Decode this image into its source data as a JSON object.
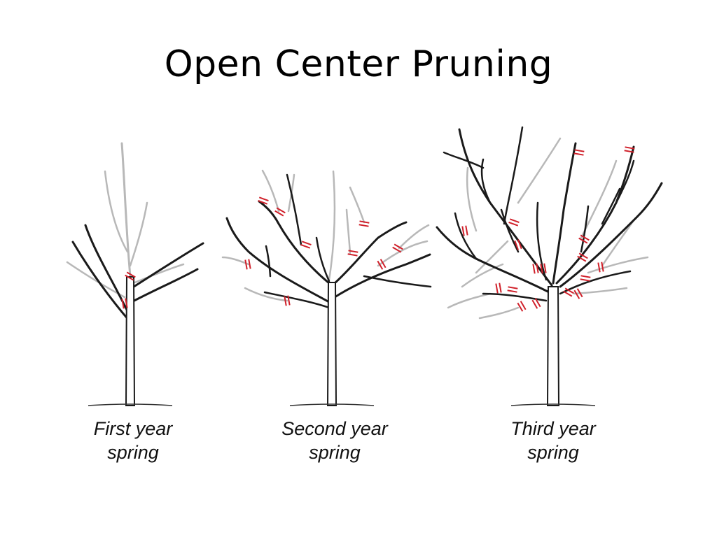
{
  "title": "Open Center Pruning",
  "stages": [
    {
      "line1": "First year",
      "line2": "spring"
    },
    {
      "line1": "Second year",
      "line2": "spring"
    },
    {
      "line1": "Third year",
      "line2": "spring"
    }
  ],
  "colors": {
    "branch": "#1a1a1a",
    "pruned_growth": "#b8b8b8",
    "cut_mark": "#d0202a",
    "ground": "#333333"
  }
}
